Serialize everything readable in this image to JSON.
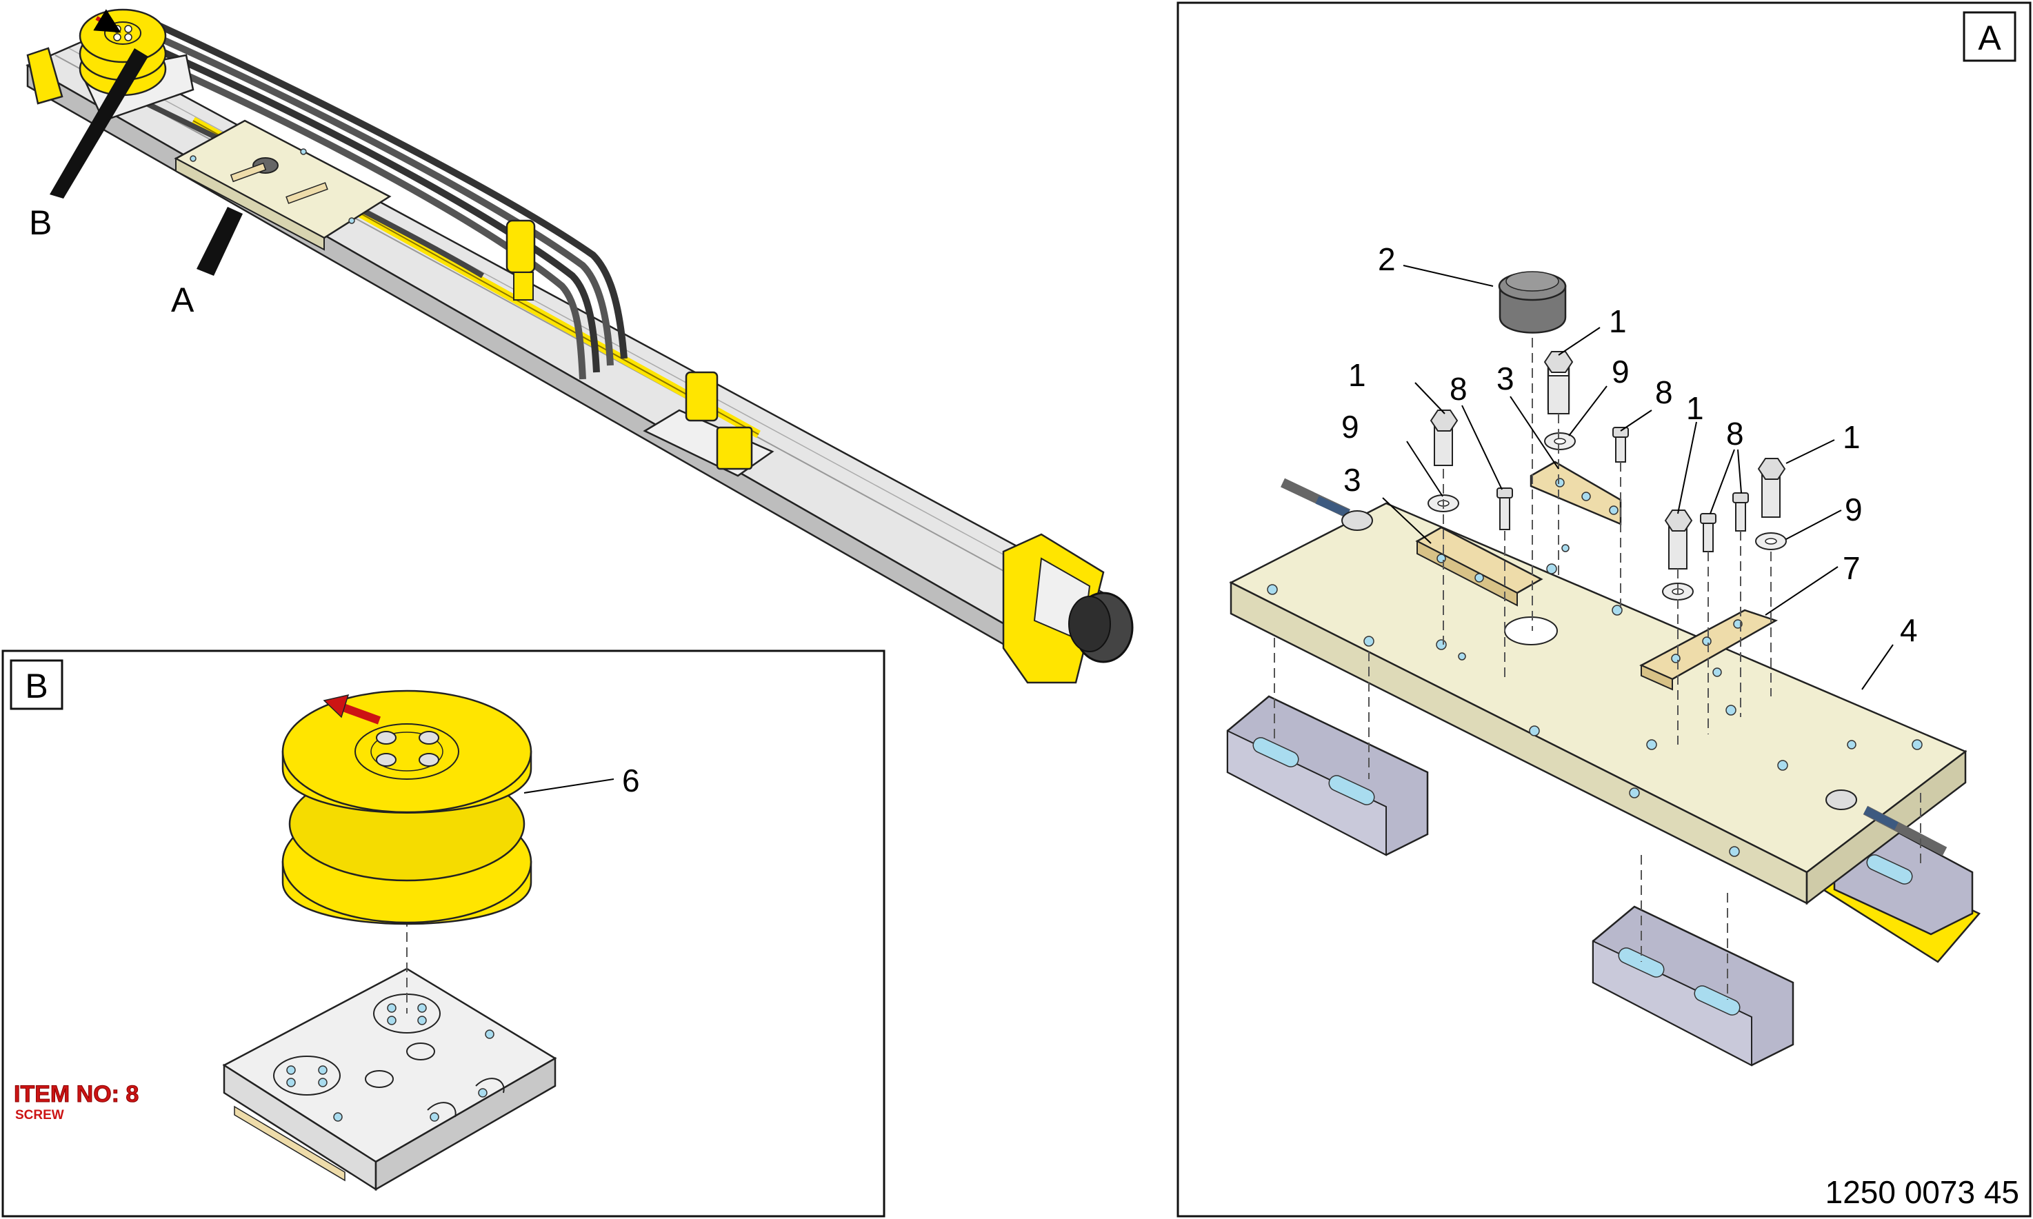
{
  "overview": {
    "label_b": "B",
    "label_a": "A"
  },
  "detail_a": {
    "box_label": "A",
    "callouts": {
      "c1a": "1",
      "c1b": "1",
      "c1c": "1",
      "c1d": "1",
      "c2": "2",
      "c3a": "3",
      "c3b": "3",
      "c4": "4",
      "c7": "7",
      "c8a": "8",
      "c8b": "8",
      "c8c": "8",
      "c9a": "9",
      "c9b": "9",
      "c9c": "9"
    }
  },
  "detail_b": {
    "box_label": "B",
    "callout_6": "6",
    "item_no": "ITEM NO: 8",
    "item_desc": "SCREW"
  },
  "figure_id": "1250 0073 45",
  "colors": {
    "yellow": "#ffe500",
    "yellow_dark": "#c9a800",
    "plate": "#f1eed1",
    "rail": "#e4e4e4",
    "bracket": "#b8b8cc",
    "wood": "#eedcaa",
    "red": "#cc1414",
    "cable": "#555555"
  }
}
